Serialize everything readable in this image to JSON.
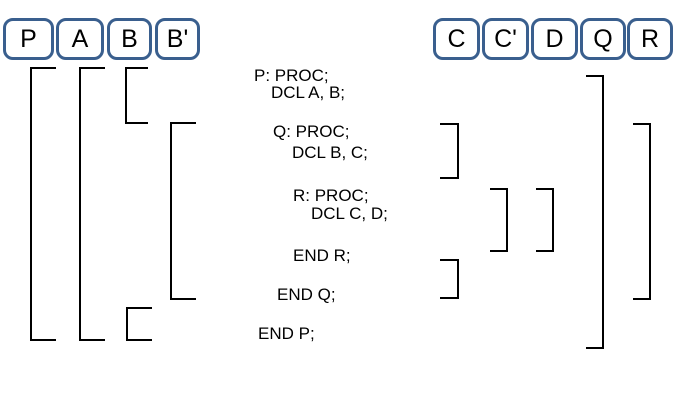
{
  "boxes": {
    "left": [
      "P",
      "A",
      "B",
      "B'"
    ],
    "right": [
      "C",
      "C'",
      "D",
      "Q",
      "R"
    ]
  },
  "code": {
    "lines": [
      "P: PROC;",
      "DCL A, B;",
      "Q: PROC;",
      "DCL B, C;",
      "R: PROC;",
      "DCL C, D;",
      "END R;",
      "END Q;",
      "END P;"
    ]
  },
  "scope_brackets": [
    {
      "variable": "P",
      "side": "left",
      "segments": 1
    },
    {
      "variable": "A",
      "side": "left",
      "segments": 1
    },
    {
      "variable": "B",
      "side": "left",
      "segments": 2
    },
    {
      "variable": "B'",
      "side": "left",
      "segments": 1
    },
    {
      "variable": "C",
      "side": "right",
      "segments": 2
    },
    {
      "variable": "C'",
      "side": "right",
      "segments": 1
    },
    {
      "variable": "D",
      "side": "right",
      "segments": 1
    },
    {
      "variable": "Q",
      "side": "right",
      "segments": 1
    },
    {
      "variable": "R",
      "side": "right",
      "segments": 1
    }
  ],
  "colors": {
    "box_border": "#3A5F8E",
    "box_label": "#000000",
    "bracket_line": "#000000",
    "code_text": "#000000",
    "background": "#FFFFFF"
  }
}
